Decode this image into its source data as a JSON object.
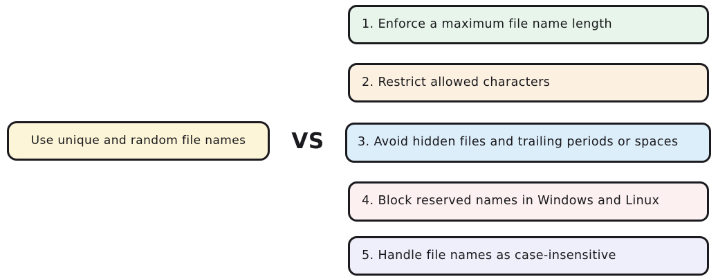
{
  "diagram": {
    "type": "versus-comparison",
    "background_color": "#ffffff",
    "border_color": "#1b1b1f",
    "text_color": "#17171a",
    "separator_label": "VS"
  },
  "left_side": {
    "label": "Use unique and random file names",
    "fill_color": "#fcf5d8"
  },
  "right_side": {
    "options": [
      {
        "label": "1. Enforce a maximum file name length",
        "fill_color": "#e7f5ea"
      },
      {
        "label": "2. Restrict allowed characters",
        "fill_color": "#fcf0e1"
      },
      {
        "label": "3. Avoid hidden files and trailing periods or spaces",
        "fill_color": "#ddeefb"
      },
      {
        "label": "4. Block reserved names in Windows and Linux",
        "fill_color": "#fcf0f0"
      },
      {
        "label": "5. Handle file names as case-insensitive",
        "fill_color": "#efeefb"
      }
    ]
  }
}
